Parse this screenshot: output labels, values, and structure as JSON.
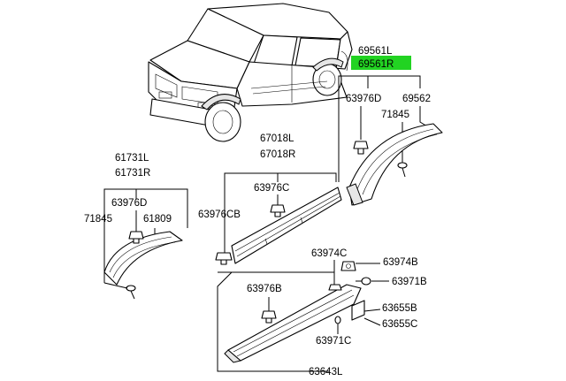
{
  "highlight_color": "#22d322",
  "labels": {
    "p69561l": "69561L",
    "p69561r": "69561R",
    "p63976d_r": "63976D",
    "p69562": "69562",
    "p71845_r": "71845",
    "p67018l": "67018L",
    "p67018r": "67018R",
    "p63976c": "63976C",
    "p63976cb": "63976CB",
    "p61731l": "61731L",
    "p61731r": "61731R",
    "p63976d_l": "63976D",
    "p71845_l": "71845",
    "p61809": "61809",
    "p63974c": "63974C",
    "p63974b": "63974B",
    "p63971b": "63971B",
    "p63976b": "63976B",
    "p63655b": "63655B",
    "p63655c": "63655C",
    "p63971c": "63971C",
    "p63643l": "63643L"
  }
}
